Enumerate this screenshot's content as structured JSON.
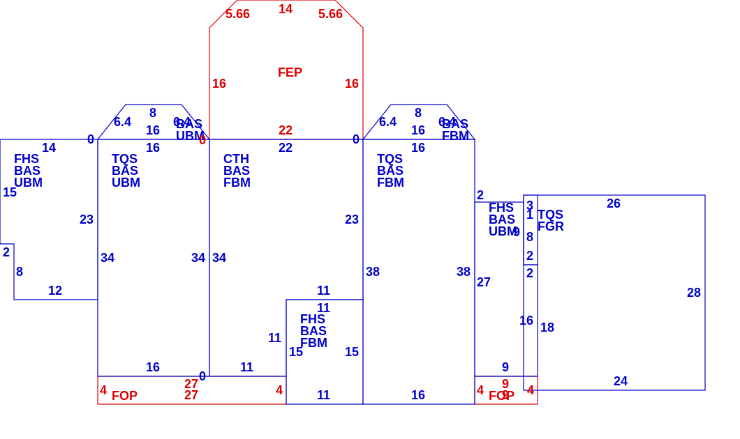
{
  "colors": {
    "blue": "#0000cc",
    "red": "#dd0000",
    "background": "#ffffff"
  },
  "labels": {
    "fep": "FEP",
    "fhs_left": [
      "FHS",
      "BAS",
      "UBM"
    ],
    "tqs_left": [
      "TQS",
      "BAS",
      "UBM"
    ],
    "bas_ubm_small": [
      "BAS",
      "UBM"
    ],
    "cth": [
      "CTH",
      "BAS",
      "FBM"
    ],
    "tqs_right": [
      "TQS",
      "BAS",
      "FBM"
    ],
    "bas_fbm_small": [
      "BAS",
      "FBM"
    ],
    "fhs_right": [
      "FHS",
      "BAS",
      "UBM"
    ],
    "tqs_fgr": [
      "TQS",
      "FGR"
    ],
    "fhs_bottom": [
      "FHS",
      "BAS",
      "FBM"
    ],
    "fop_left": "FOP",
    "fop_right": "FOP"
  },
  "dims_red": {
    "fep_top": "14",
    "fep_diag_left": "5.66",
    "fep_diag_right": "5.66",
    "fep_side_left": "16",
    "fep_side_right": "16",
    "fep_bottom": "22",
    "bas_ubm_small": "0",
    "fop_left_top": "27",
    "fop_left_bottom": "27",
    "fop_left_side_l": "4",
    "fop_left_side_r": "4",
    "fop_right_top": "9",
    "fop_right_bottom": "9",
    "fop_right_side_l": "4",
    "fop_right_side_r": "4"
  },
  "dims_blue": {
    "fhs_left_top": "14",
    "fhs_left_side": "15",
    "fhs_left_notch": "2",
    "fhs_left_lower": "8",
    "fhs_left_bottom": "12",
    "fhs_left_right": "23",
    "zero_a": "0",
    "tqs_left_diag": "6.4",
    "tqs_left_ext_top": "8",
    "tqs_left_ext_mid": "16",
    "tqs_left_ext_diag": "6.4",
    "tqs_left_top": "16",
    "tqs_left_side_l": "34",
    "tqs_left_side_r": "34",
    "tqs_left_bottom": "16",
    "zero_b": "0",
    "cth_top": "22",
    "cth_side_l": "34",
    "cth_side_r": "23",
    "cth_bottom": "11",
    "cth_inner": "11",
    "zero_c": "0",
    "fhs_bot_top_a": "11",
    "fhs_bot_top_b": "11",
    "fhs_bot_side_l": "15",
    "fhs_bot_side_r": "15",
    "fhs_bot_bottom": "11",
    "tqs_right_diag": "6.4",
    "tqs_right_ext_top": "8",
    "tqs_right_ext_mid": "16",
    "tqs_right_ext_diag": "6.4",
    "tqs_right_top": "16",
    "tqs_right_side_l": "38",
    "tqs_right_side_r": "38",
    "tqs_right_bottom": "16",
    "fhs_right_top": "2",
    "fhs_right_side": "27",
    "fhs_right_a": "3",
    "fhs_right_b": "1",
    "fhs_right_c": "9",
    "fhs_right_d": "8",
    "fhs_right_e": "2",
    "fhs_right_f": "2",
    "fhs_right_g": "16",
    "fhs_right_bottom": "9",
    "fgr_top": "26",
    "fgr_side_r": "28",
    "fgr_side_l": "18",
    "fgr_bottom": "24"
  }
}
